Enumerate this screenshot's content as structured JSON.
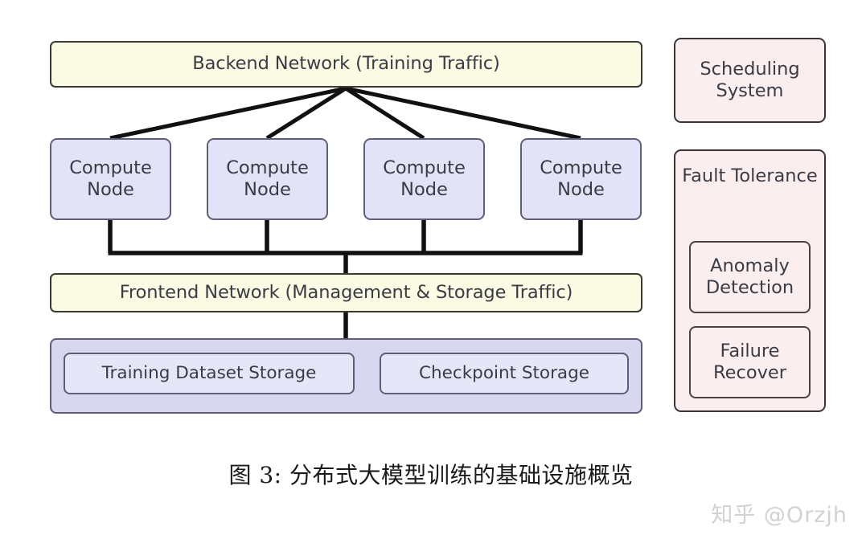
{
  "figure": {
    "caption": "图 3: 分布式大模型训练的基础设施概览",
    "watermark": "知乎 @Orzjh"
  },
  "colors": {
    "network_fill": "#fbfbe4",
    "network_border": "#3a3a33",
    "node_fill": "#e3e3f7",
    "node_border": "#5e5e78",
    "storage_outer_fill": "#d7d7ef",
    "storage_inner_fill": "#e6e6f8",
    "pink_fill": "#fbeeee",
    "pink_border": "#3a3336",
    "line": "#111111",
    "text": "#3b3b45",
    "caption_text": "#1a1a1a",
    "watermark_text": "#d2d2d2"
  },
  "diagram": {
    "backend_network": {
      "label": "Backend Network (Training Traffic)"
    },
    "compute_nodes": [
      {
        "line1": "Compute",
        "line2": "Node"
      },
      {
        "line1": "Compute",
        "line2": "Node"
      },
      {
        "line1": "Compute",
        "line2": "Node"
      },
      {
        "line1": "Compute",
        "line2": "Node"
      }
    ],
    "frontend_network": {
      "label": "Frontend Network (Management & Storage Traffic)"
    },
    "storage": {
      "items": [
        {
          "label": "Training Dataset Storage"
        },
        {
          "label": "Checkpoint Storage"
        }
      ]
    },
    "scheduling_system": {
      "line1": "Scheduling",
      "line2": "System"
    },
    "fault_tolerance": {
      "title_line1": "Fault",
      "title_line2": "Tolerance",
      "items": [
        {
          "line1": "Anomaly",
          "line2": "Detection"
        },
        {
          "line1": "Failure",
          "line2": "Recover"
        }
      ]
    }
  }
}
